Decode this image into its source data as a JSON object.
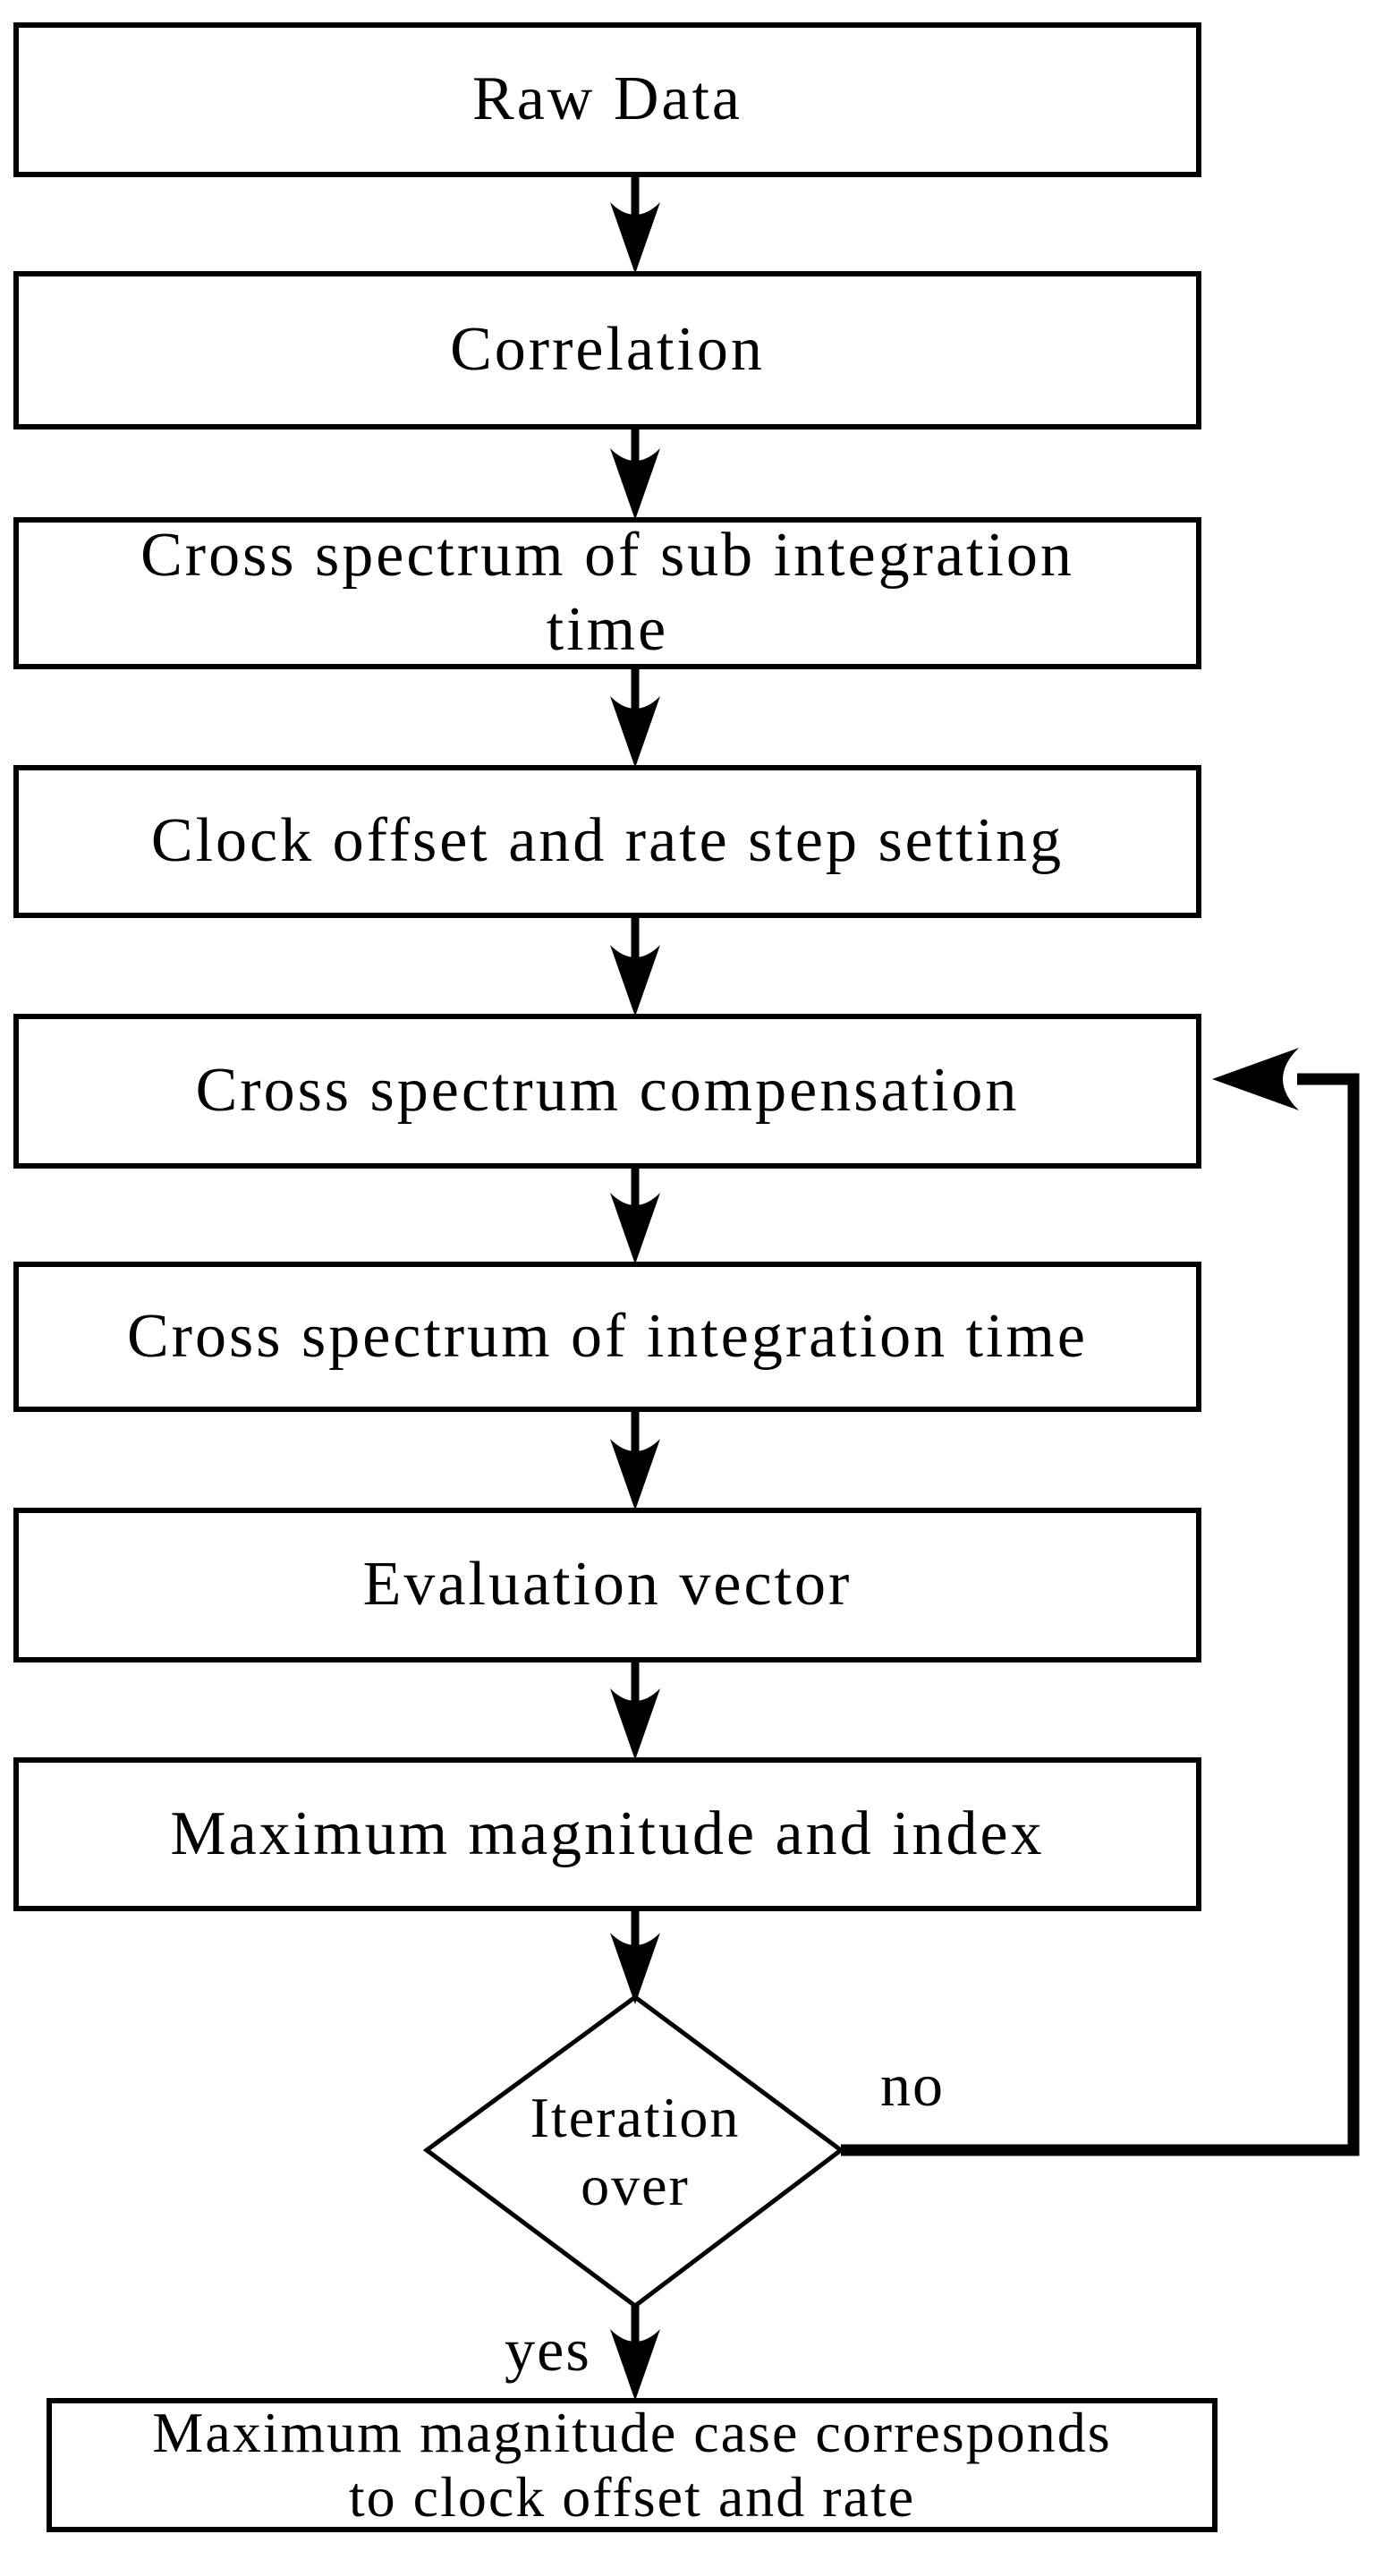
{
  "flow": {
    "nodes": [
      {
        "id": "raw-data",
        "lines": [
          "Raw Data"
        ]
      },
      {
        "id": "correlation",
        "lines": [
          "Correlation"
        ]
      },
      {
        "id": "cross-spectrum-sub-integration",
        "lines": [
          "Cross spectrum of sub integration",
          "time"
        ]
      },
      {
        "id": "clock-offset-rate-step-setting",
        "lines": [
          "Clock offset and rate step setting"
        ]
      },
      {
        "id": "cross-spectrum-compensation",
        "lines": [
          "Cross spectrum compensation"
        ]
      },
      {
        "id": "cross-spectrum-integration-time",
        "lines": [
          "Cross spectrum of integration time"
        ]
      },
      {
        "id": "evaluation-vector",
        "lines": [
          "Evaluation vector"
        ]
      },
      {
        "id": "maximum-magnitude-and-index",
        "lines": [
          "Maximum magnitude and index"
        ]
      },
      {
        "id": "maximum-magnitude-case",
        "lines": [
          "Maximum magnitude case corresponds",
          "to clock offset and rate"
        ]
      }
    ],
    "decision": {
      "id": "iteration-over",
      "lines": [
        "Iteration",
        "over"
      ]
    },
    "branch_labels": {
      "no": "no",
      "yes": "yes"
    },
    "colors": {
      "ink": "#000000",
      "paper": "#ffffff"
    }
  }
}
